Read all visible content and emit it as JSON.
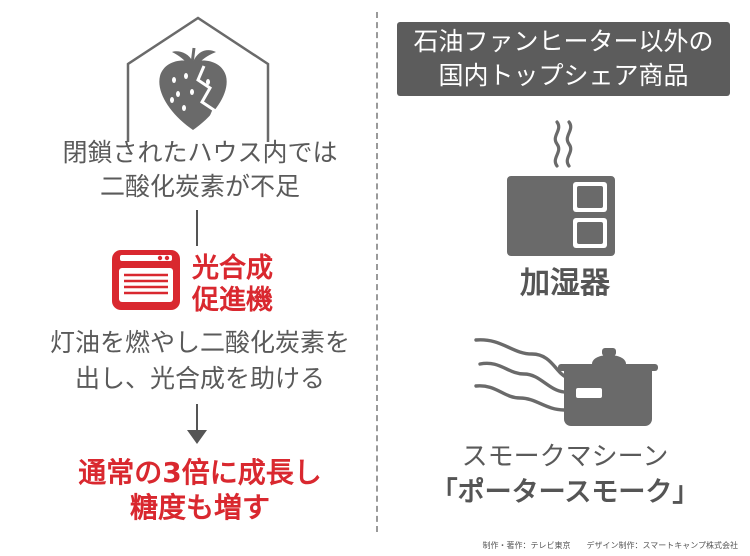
{
  "left": {
    "house_line1": "閉鎖されたハウス内では",
    "house_line2": "二酸化炭素が不足",
    "machine_line1": "光合成",
    "machine_line2": "促進機",
    "effect_line1": "灯油を燃やし二酸化炭素を",
    "effect_line2": "出し、光合成を助ける",
    "result_line1": "通常の3倍に成長し",
    "result_line2": "糖度も増す"
  },
  "right": {
    "title_line1": "石油ファンヒーター以外の",
    "title_line2": "国内トップシェア商品",
    "product1_name": "加湿器",
    "product2_line1": "スモークマシーン",
    "product2_line2": "「ポータースモーク」"
  },
  "credit": "制作・著作：テレビ東京　　デザイン制作：スマートキャンプ株式会社",
  "colors": {
    "accent_red": "#d9282f",
    "dark_grey": "#5c5c5c",
    "icon_grey": "#6a6a6a"
  },
  "icons": {
    "strawberry": "strawberry-icon",
    "house": "house-outline-icon",
    "heater": "heater-icon",
    "humidifier": "humidifier-icon",
    "smoke_pot": "smoke-machine-icon"
  }
}
